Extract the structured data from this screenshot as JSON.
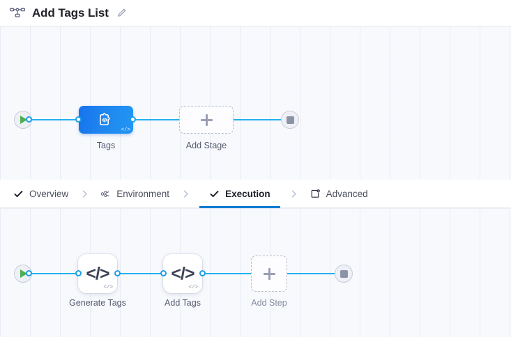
{
  "header": {
    "icon": "pipeline-hierarchy-icon",
    "title": "Add Tags List",
    "edit_icon": "pencil-edit-icon"
  },
  "tabs": [
    {
      "label": "Overview",
      "icon": "check-icon",
      "active": false
    },
    {
      "label": "Environment",
      "icon": "infrastructure-icon",
      "active": false
    },
    {
      "label": "Execution",
      "icon": "check-icon",
      "active": true
    },
    {
      "label": "Advanced",
      "icon": "advanced-settings-icon",
      "active": false
    }
  ],
  "stage_graph": {
    "start_icon": "play-icon",
    "end_icon": "stop-icon",
    "nodes": [
      {
        "label": "Tags",
        "type": "stage",
        "badge": "</>",
        "glyph": "puzzle-code-icon"
      },
      {
        "label": "Add Stage",
        "type": "add",
        "glyph": "plus-icon"
      }
    ]
  },
  "step_graph": {
    "start_icon": "play-icon",
    "end_icon": "stop-icon",
    "nodes": [
      {
        "label": "Generate Tags",
        "type": "step",
        "glyph": "</>",
        "badge": "</>"
      },
      {
        "label": "Add Tags",
        "type": "step",
        "glyph": "</>",
        "badge": "</>"
      },
      {
        "label": "Add Step",
        "type": "add",
        "glyph": "plus-icon"
      }
    ]
  },
  "colors": {
    "accent": "#0b7ad1",
    "wire": "#23b0ef",
    "stage_node": "#1f86f0",
    "canvas_bg": "#f8f9fd"
  }
}
